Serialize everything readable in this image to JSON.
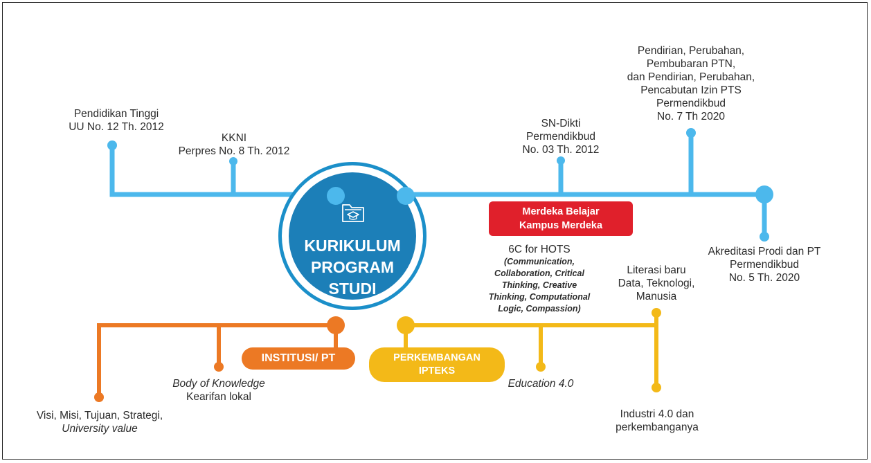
{
  "center": {
    "title": [
      "KURIKULUM",
      "PROGRAM",
      "STUDI"
    ]
  },
  "regulations": {
    "uu": [
      "Pendidikan Tinggi",
      "UU No. 12 Th. 2012"
    ],
    "kkni": [
      "KKNI",
      "Perpres No. 8 Th. 2012"
    ],
    "sn_dikti": [
      "SN-Dikti",
      "Permendikbud",
      "No. 03 Th. 2012"
    ],
    "ptn_pts": [
      "Pendirian, Perubahan,",
      "Pembubaran PTN,",
      "dan Pendirian, Perubahan,",
      "Pencabutan Izin PTS",
      "Permendikbud",
      "No. 7 Th 2020"
    ],
    "akreditasi": [
      "Akreditasi Prodi dan PT",
      "Permendikbud",
      "No. 5 Th. 2020"
    ]
  },
  "badges": {
    "merdeka": [
      "Merdeka Belajar",
      "Kampus Merdeka"
    ],
    "institusi": "INSTITUSI/ PT",
    "ipteks": [
      "PERKEMBANGAN",
      "IPTEKS"
    ]
  },
  "hots": {
    "title": "6C for HOTS",
    "lines": [
      "(Communication,",
      "Collaboration, Critical",
      "Thinking, Creative",
      "Thinking, Computational",
      "Logic, Compassion)"
    ]
  },
  "institusi_items": {
    "visi": [
      "Visi, Misi, Tujuan, Strategi,",
      "University value"
    ],
    "bok": [
      "Body of Knowledge",
      "Kearifan lokal"
    ]
  },
  "ipteks_items": {
    "education": "Education 4.0",
    "literasi": [
      "Literasi baru",
      "Data, Teknologi,",
      "Manusia"
    ],
    "industri": [
      "Industri 4.0 dan",
      "perkembanganya"
    ]
  },
  "colors": {
    "blue_line": "#4cb8ec",
    "circle": "#1c7fb8",
    "orange": "#ec7924",
    "yellow": "#f3b918",
    "red": "#e0202b"
  }
}
